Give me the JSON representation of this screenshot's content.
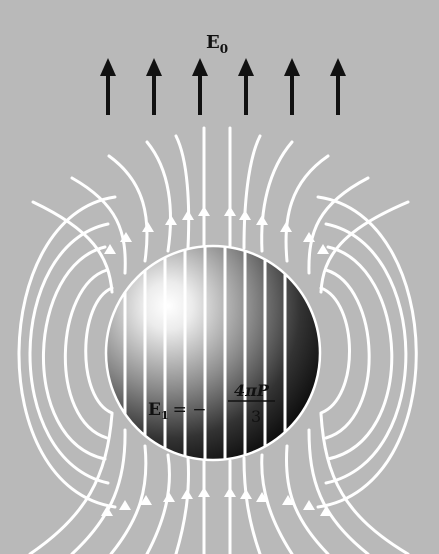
{
  "figure": {
    "field_label": "E",
    "field_subscript": "0",
    "inner_label": "E",
    "inner_subscript": "1",
    "inner_equals": "= −",
    "inner_numerator": "4πP",
    "inner_denominator": "3"
  },
  "colors": {
    "background": "#b9b9b9",
    "field_lines": "#ffffff",
    "arrows": "#111111",
    "sphere_highlight": "#ffffff",
    "sphere_shadow": "#000000"
  }
}
